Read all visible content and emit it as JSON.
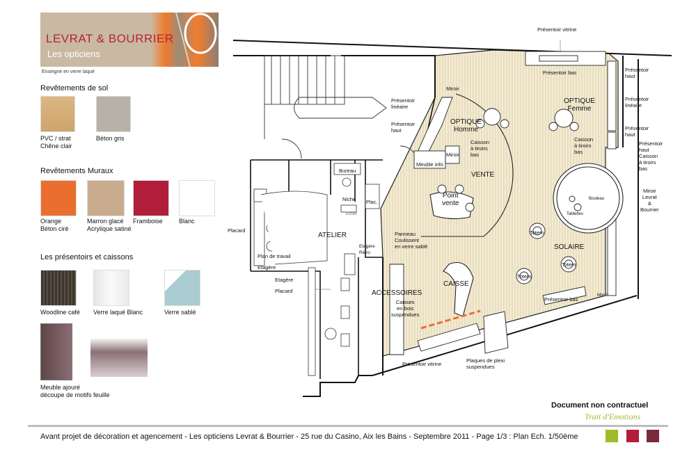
{
  "logo": {
    "line1": "LEVRAT & BOURRIER",
    "line2": "Les opticiens",
    "caption": "Enseigne en verre laqué"
  },
  "sections": {
    "sol": {
      "title": "Revêtements de sol",
      "items": [
        {
          "label1": "PVC / strat",
          "label2": "Chêne clair",
          "color": "#d8b47e"
        },
        {
          "label1": "Béton gris",
          "label2": "",
          "color": "#b8b1a8"
        }
      ]
    },
    "muraux": {
      "title": "Revêtements Muraux",
      "items": [
        {
          "label1": "Orange",
          "label2": "Béton ciré",
          "color": "#ea6f2e"
        },
        {
          "label1": "Marron glacé",
          "label2": "Acrylique satiné",
          "color": "#c9ab8e"
        },
        {
          "label1": "Framboise",
          "label2": "",
          "color": "#b11e3a"
        },
        {
          "label1": "Blanc",
          "label2": "",
          "color": "#ffffff"
        }
      ]
    },
    "presentoirs": {
      "title": "Les présentoirs et caissons",
      "items": [
        {
          "label1": "Woodline café",
          "label2": "",
          "color": "#4a4038"
        },
        {
          "label1": "Verre laqué Blanc",
          "label2": "",
          "color": "#eef0f2"
        },
        {
          "label1": "Verre sablé",
          "label2": "",
          "color": "#a9cdd0"
        },
        {
          "label1": "Meuble ajouré",
          "label2": "découpe de motifs feuille",
          "color": "#6e5358"
        }
      ]
    }
  },
  "plan": {
    "labels": {
      "presentoir_vitrine_top": "Présentoir vitrine",
      "presentoir_bas_top": "Présentoir bas",
      "presentoir_haut_r1": "Présentoir\nhaut",
      "presentoir_lineaire_r": "Présentoir\nlinéaire",
      "presentoir_haut_r2": "Présentoir\nhaut",
      "presentoir_haut_caisson": "Présentoir\nhaut\nCaisson\nà tiroirs\nbas",
      "miroir_lb": "Miroir\nLevrat\n&\nBourrier",
      "optique_femme": "OPTIQUE\nFemme",
      "caisson_femme": "Caisson\nà tiroirs\nbas",
      "optique_homme": "OPTIQUE\nHomme",
      "presentoir_lineaire_l": "Présentoir\nlinéaire",
      "presentoir_haut_l": "Présentoir\nhaut",
      "miroir1": "Miroir",
      "miroir2": "Miroir",
      "caisson_homme": "Caisson\nà tiroirs\nbas",
      "meuble_info": "Meuble info",
      "vente": "VENTE",
      "point_vente": "Point\nvente",
      "bureau": "Bureau",
      "niche": "Niche",
      "plac": "Plac.",
      "ecran": "Ecran",
      "atelier": "ATELIER",
      "placard1": "Placard",
      "plan_travail": "Plan de travail",
      "etagere1": "Etagère",
      "etagere2": "Etagère",
      "placard2": "Placard",
      "panneau": "Panneau\nCoulissent\nen verre sablé",
      "etagere_retro": "Etagère\nRétro",
      "accessoires": "ACCESSOIRES",
      "caisses": "Caisses\nen bois\nsuspendues",
      "caisse": "CAISSE",
      "solaire": "SOLAIRE",
      "totem1": "Totem",
      "totem2": "Totem",
      "totem3": "Totem",
      "presentoir_bas_bottom": "Présentoir bas",
      "miroir3": "Miroir",
      "bouleau": "Bouleau",
      "tablettes": "Tablettes",
      "presentoir_vitrine_bottom": "Présentoir vitrine",
      "plaques": "Plaques de plexi\nsuspendues"
    }
  },
  "notes": {
    "doc": "Document non contractuel",
    "signature": "Trait d'Emotions"
  },
  "footer": {
    "text": "Avant projet de décoration et agencement - Les opticiens Levrat & Bourrier - 25 rue du Casino, Aix les Bains - Septembre 2011 - Page 1/3 : Plan Ech. 1/50ème",
    "squares": [
      "#9dbb2a",
      "#b11e3a",
      "#7a2a3d"
    ]
  }
}
